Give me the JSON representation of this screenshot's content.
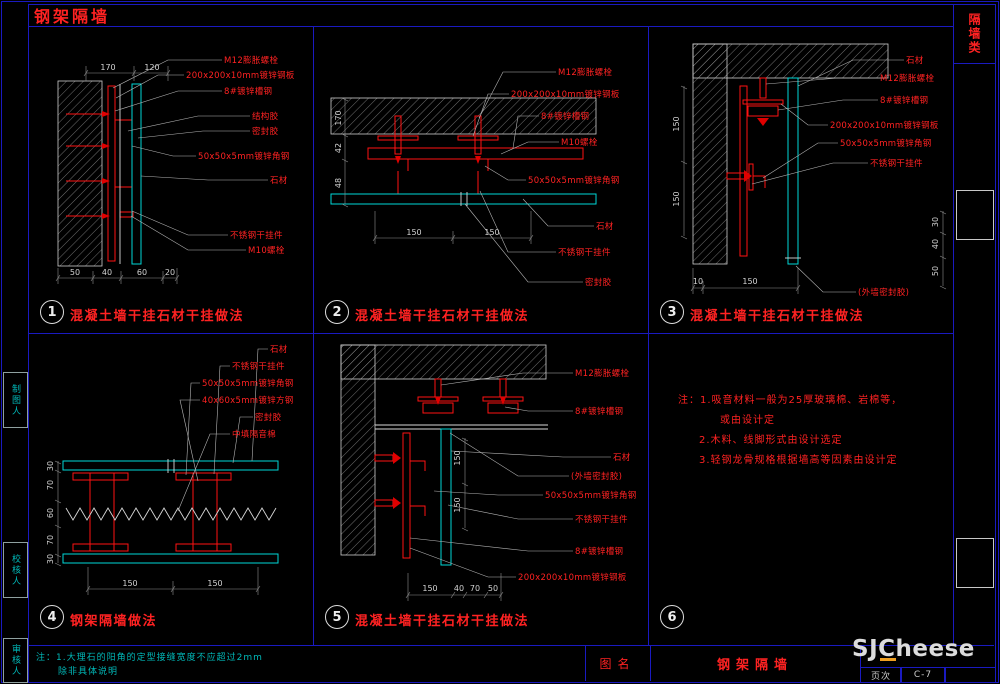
{
  "colors": {
    "frame_blue": "#1a1ac0",
    "annotation_red": "#ff2222",
    "stone_cyan": "#00d8d8",
    "hardware_red": "#ff1212",
    "note_teal": "#00b8b8",
    "logo_accent": "#f0a020"
  },
  "sheet": {
    "title": "钢架隔墙",
    "category_tab": "隔墙类",
    "left_tabs": [
      "制图人",
      "校核人",
      "审核人"
    ]
  },
  "panels": [
    {
      "number": "1",
      "title": "混凝土墙干挂石材干挂做法",
      "labels": [
        "M12膨胀螺栓",
        "200x200x10mm镀锌钢板",
        "8#镀锌槽钢",
        "结构胶",
        "密封胶",
        "50x50x5mm镀锌角钢",
        "石材",
        "不锈钢干挂件",
        "M10螺栓"
      ],
      "dims_top": [
        "170",
        "120"
      ],
      "dims_bottom": [
        "50",
        "40",
        "60",
        "20"
      ]
    },
    {
      "number": "2",
      "title": "混凝土墙干挂石材干挂做法",
      "labels": [
        "M12膨胀螺栓",
        "200x200x10mm镀锌钢板",
        "8#镀锌槽钢",
        "M10螺栓",
        "50x50x5mm镀锌角钢",
        "石材",
        "不锈钢干挂件",
        "密封胶"
      ],
      "dims_left": [
        "170",
        "42",
        "48"
      ],
      "dims_bottom": [
        "150",
        "150"
      ]
    },
    {
      "number": "3",
      "title": "混凝土墙干挂石材干挂做法",
      "labels": [
        "石材",
        "M12膨胀螺栓",
        "8#镀锌槽钢",
        "200x200x10mm镀锌钢板",
        "50x50x5mm镀锌角钢",
        "不锈钢干挂件",
        "(外墙密封胶)"
      ],
      "dims_left": [
        "150",
        "150"
      ],
      "dims_right": [
        "30",
        "40",
        "50"
      ],
      "dims_bottom": [
        "10",
        "150"
      ]
    },
    {
      "number": "4",
      "title": "钢架隔墙做法",
      "labels": [
        "石材",
        "不锈钢干挂件",
        "50x50x5mm镀锌角钢",
        "40x60x5mm镀锌方钢",
        "密封胶",
        "中填隔音棉"
      ],
      "dims_left": [
        "30",
        "70",
        "60",
        "70",
        "30"
      ],
      "dims_bottom": [
        "150",
        "150"
      ]
    },
    {
      "number": "5",
      "title": "混凝土墙干挂石材干挂做法",
      "labels": [
        "M12膨胀螺栓",
        "8#镀锌槽钢",
        "石材",
        "(外墙密封胶)",
        "50x50x5mm镀锌角钢",
        "不锈钢干挂件",
        "8#镀锌槽钢",
        "200x200x10mm镀锌钢板"
      ],
      "dims_mid": [
        "150",
        "150"
      ],
      "dims_bottom": [
        "150",
        "40",
        "70",
        "50"
      ]
    },
    {
      "number": "6",
      "notes": [
        "注：1.吸音材料一般为25厚玻璃棉、岩棉等，",
        "或由设计定",
        "2.木料、线脚形式由设计选定",
        "3.轻钢龙骨规格根据墙高等因素由设计定"
      ]
    }
  ],
  "footer": {
    "note_line1": "注：1.大理石的阳角的定型接缝宽度不应超过2mm",
    "note_line2": "除非具体说明",
    "drawing_name_label": "图名",
    "drawing_name": "钢架隔墙",
    "logo": "SJCheese",
    "page_label": "页次",
    "page_number": "C-7"
  }
}
